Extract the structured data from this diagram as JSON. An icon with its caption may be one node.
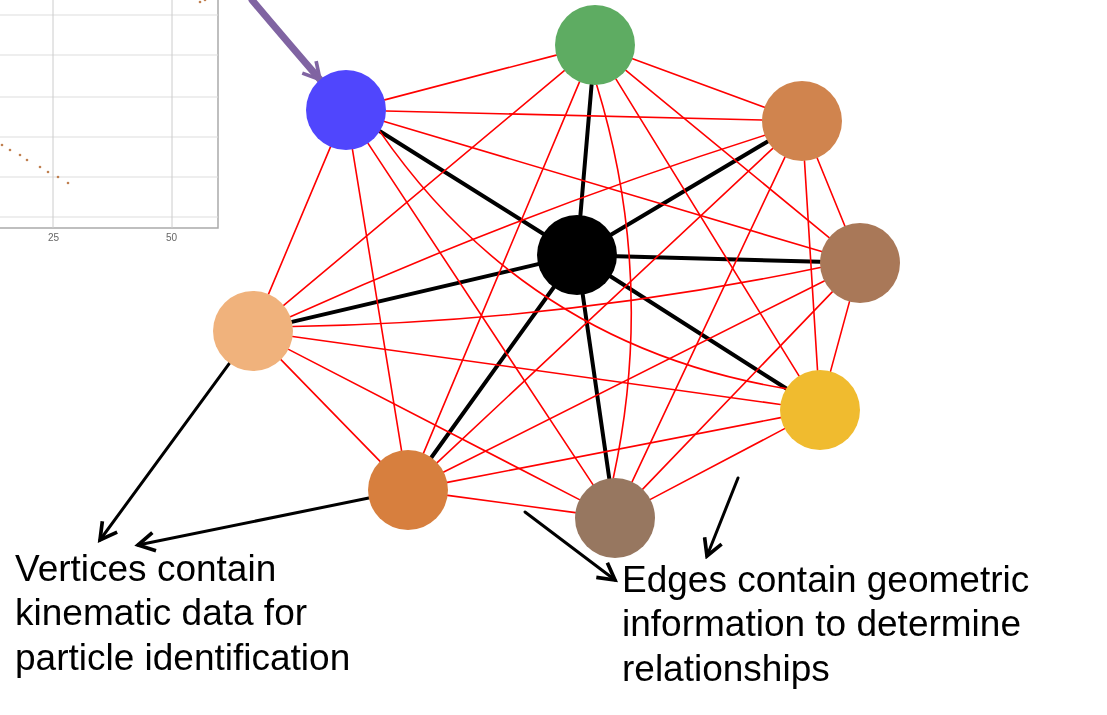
{
  "diagram": {
    "nodes": [
      {
        "text": [],
        "shape": "circle"
      },
      {
        "text": [],
        "shape": "circle"
      },
      {
        "text": [],
        "shape": "circle"
      },
      {
        "text": [],
        "shape": "circle"
      },
      {
        "text": [],
        "shape": "circle"
      },
      {
        "text": [],
        "shape": "circle"
      },
      {
        "text": [],
        "shape": "circle"
      },
      {
        "text": [],
        "shape": "circle"
      },
      {
        "text": [],
        "shape": "circle"
      },
      {
        "text": [
          "Vertices contain kinematic data for particle identification"
        ]
      },
      {
        "text": [
          "Edges contain geometric information to determine relationships"
        ]
      }
    ],
    "edges": [
      {
        "from": null,
        "to": 1,
        "arrow": "to",
        "style": "thick",
        "color": "#8064a2"
      },
      {
        "from": 3,
        "to": 0,
        "arrow": "none",
        "style": "thick",
        "color": "#000000"
      },
      {
        "from": 3,
        "to": 1,
        "arrow": "none",
        "style": "thick",
        "color": "#000000"
      },
      {
        "from": 3,
        "to": 2,
        "arrow": "none",
        "style": "thick",
        "color": "#000000"
      },
      {
        "from": 3,
        "to": 4,
        "arrow": "none",
        "style": "thick",
        "color": "#000000"
      },
      {
        "from": 3,
        "to": 5,
        "arrow": "none",
        "style": "thick",
        "color": "#000000"
      },
      {
        "from": 3,
        "to": 6,
        "arrow": "none",
        "style": "thick",
        "color": "#000000"
      },
      {
        "from": 3,
        "to": 7,
        "arrow": "none",
        "style": "thick",
        "color": "#000000"
      },
      {
        "from": 3,
        "to": 8,
        "arrow": "none",
        "style": "thick",
        "color": "#000000"
      },
      {
        "from": 0,
        "to": 1,
        "arrow": "none"
      },
      {
        "from": 0,
        "to": 2,
        "arrow": "none"
      },
      {
        "from": 0,
        "to": 4,
        "arrow": "none"
      },
      {
        "from": 0,
        "to": 5,
        "arrow": "none"
      },
      {
        "from": 0,
        "to": 6,
        "arrow": "none"
      },
      {
        "from": 0,
        "to": 7,
        "arrow": "none"
      },
      {
        "from": 0,
        "to": 8,
        "arrow": "none"
      },
      {
        "from": 1,
        "to": 2,
        "arrow": "none"
      },
      {
        "from": 1,
        "to": 4,
        "arrow": "none"
      },
      {
        "from": 1,
        "to": 5,
        "arrow": "none"
      },
      {
        "from": 1,
        "to": 6,
        "arrow": "none"
      },
      {
        "from": 1,
        "to": 7,
        "arrow": "none"
      },
      {
        "from": 1,
        "to": 8,
        "arrow": "none"
      },
      {
        "from": 2,
        "to": 4,
        "arrow": "none"
      },
      {
        "from": 2,
        "to": 5,
        "arrow": "none"
      },
      {
        "from": 2,
        "to": 6,
        "arrow": "none"
      },
      {
        "from": 2,
        "to": 7,
        "arrow": "none"
      },
      {
        "from": 2,
        "to": 8,
        "arrow": "none"
      },
      {
        "from": 4,
        "to": 5,
        "arrow": "none"
      },
      {
        "from": 4,
        "to": 6,
        "arrow": "none"
      },
      {
        "from": 4,
        "to": 7,
        "arrow": "none"
      },
      {
        "from": 4,
        "to": 8,
        "arrow": "none"
      },
      {
        "from": 5,
        "to": 6,
        "arrow": "none"
      },
      {
        "from": 5,
        "to": 7,
        "arrow": "none"
      },
      {
        "from": 5,
        "to": 8,
        "arrow": "none"
      },
      {
        "from": 6,
        "to": 7,
        "arrow": "none"
      },
      {
        "from": 6,
        "to": 8,
        "arrow": "none"
      },
      {
        "from": 7,
        "to": 8,
        "arrow": "none"
      },
      {
        "from": 5,
        "to": 9,
        "arrow": "to",
        "color": "#000000"
      },
      {
        "from": 7,
        "to": 9,
        "arrow": "to",
        "color": "#000000"
      },
      {
        "from": null,
        "to": 10,
        "arrow": "to",
        "color": "#000000"
      },
      {
        "from": null,
        "to": 10,
        "arrow": "to",
        "color": "#000000"
      }
    ],
    "labels": [
      "25",
      "50"
    ]
  }
}
